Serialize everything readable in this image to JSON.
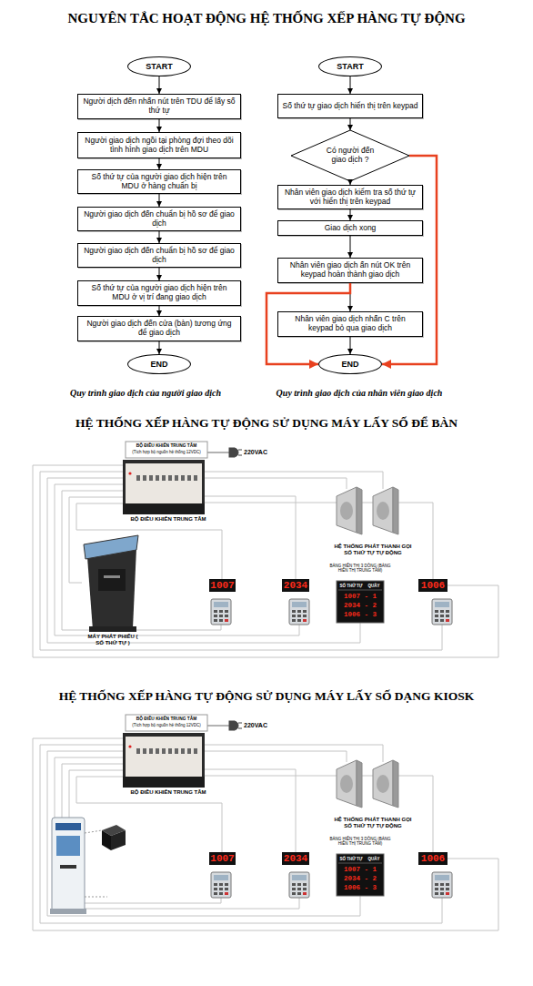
{
  "diagram": {
    "title": "NGUYÊN TẮC HOẠT ĐỘNG HỆ THỐNG XẾP HÀNG TỰ ĐỘNG",
    "nodes": [
      {
        "text": [
          "START"
        ]
      },
      {
        "text": [
          "Người dịch đến nhấn nút trên TDU để lấy số thứ tự"
        ]
      },
      {
        "text": [
          "Người giao dịch ngồi tại phòng đợi theo dõi tình hình giao dịch trên MDU"
        ]
      },
      {
        "text": [
          "Số thứ tự của người giao dịch hiện trên MDU ở hàng chuẩn bị"
        ]
      },
      {
        "text": [
          "Người giao dịch đến chuẩn bị hồ sơ để giao dịch"
        ]
      },
      {
        "text": [
          "Người giao dịch đến chuẩn bị hồ sơ để giao dịch"
        ]
      },
      {
        "text": [
          "Số thứ tự của người giao dịch hiện trên MDU ở vị trí đang giao dịch"
        ]
      },
      {
        "text": [
          "Người giao dịch đến cửa (bàn) tương ứng để giao dịch"
        ]
      },
      {
        "text": [
          "END"
        ]
      },
      {
        "text": [
          "START"
        ]
      },
      {
        "text": [
          "Số thứ tự giao dịch hiển thị trên keypad"
        ]
      },
      {
        "text": [
          "Có người đến giao dịch ?"
        ]
      },
      {
        "text": [
          "Nhân viên giao dịch kiểm tra số thứ tự với hiển thị trên keypad"
        ]
      },
      {
        "text": [
          "Giao dịch xong"
        ]
      },
      {
        "text": [
          "Nhân viên giao dịch ấn nút OK trên keypad hoàn thành giao dịch"
        ]
      },
      {
        "text": [
          "Nhân viên giao dịch nhấn C trên keypad bỏ qua giao dịch"
        ]
      },
      {
        "text": [
          "END"
        ]
      }
    ],
    "edges": [
      {
        "from": 0,
        "to": 1,
        "arrow": "to"
      },
      {
        "from": 1,
        "to": 2,
        "arrow": "to"
      },
      {
        "from": 2,
        "to": 3,
        "arrow": "to"
      },
      {
        "from": 3,
        "to": 4,
        "arrow": "to"
      },
      {
        "from": 4,
        "to": 5,
        "arrow": "to"
      },
      {
        "from": 5,
        "to": 6,
        "arrow": "to"
      },
      {
        "from": 6,
        "to": 7,
        "arrow": "to"
      },
      {
        "from": 7,
        "to": 8,
        "arrow": "to"
      },
      {
        "from": 9,
        "to": 10,
        "arrow": "to"
      },
      {
        "from": 10,
        "to": 11,
        "arrow": "to"
      },
      {
        "from": 11,
        "to": 12,
        "arrow": "to"
      },
      {
        "from": 12,
        "to": 13,
        "arrow": "to"
      },
      {
        "from": 13,
        "to": 14,
        "arrow": "to"
      },
      {
        "from": 14,
        "to": 15,
        "arrow": "to"
      },
      {
        "from": 15,
        "to": 16,
        "arrow": "to"
      },
      {
        "from": 11,
        "to": 16,
        "arrow": "to"
      },
      {
        "from": 14,
        "to": 16,
        "arrow": "to"
      }
    ],
    "labels": [
      "Quy trình giao dịch của người giao dịch",
      "Quy trình giao dịch của nhân viên giao dịch",
      "HỆ THỐNG XẾP HÀNG TỰ ĐỘNG SỬ DỤNG MÁY LẤY SỐ ĐỂ BÀN",
      "BỘ ĐIỀU KHIỂN TRUNG TÂM",
      "(Tích hợp bộ nguồn hệ thống 12VDC)",
      "220VAC",
      "BỘ ĐIỀU KHIỂN TRUNG TÂM",
      "HỆ THỐNG PHÁT THANH GỌI SỐ THỨ TỰ TỰ ĐỘNG",
      "MÁY PHÁT PHIẾU ( SỐ THỨ TỰ )",
      "1007",
      "2034",
      "BẢNG HIỂN THỊ 3 DÒNG (BẢNG HIỂN THỊ TRUNG TÂM)",
      "SỐ THỨ TỰ",
      "QUẦY",
      "1007 - 1",
      "2034 - 2",
      "1006 - 3",
      "1006",
      "HỆ THỐNG XẾP HÀNG TỰ ĐỘNG SỬ DỤNG MÁY LẤY SỐ DẠNG KIOSK",
      "BỘ ĐIỀU KHIỂN TRUNG TÂM",
      "(Tích hợp bộ nguồn hệ thống 12VDC)",
      "220VAC",
      "BỘ ĐIỀU KHIỂN TRUNG TÂM",
      "HỆ THỐNG PHÁT THANH GỌI SỐ THỨ TỰ TỰ ĐỘNG",
      "1007",
      "2034",
      "BẢNG HIỂN THỊ 3 DÒNG (BẢNG HIỂN THỊ TRUNG TÂM)",
      "SỐ THỨ TỰ",
      "QUẦY",
      "1007 - 1",
      "2034 - 2",
      "1006 - 3",
      "1006"
    ]
  }
}
